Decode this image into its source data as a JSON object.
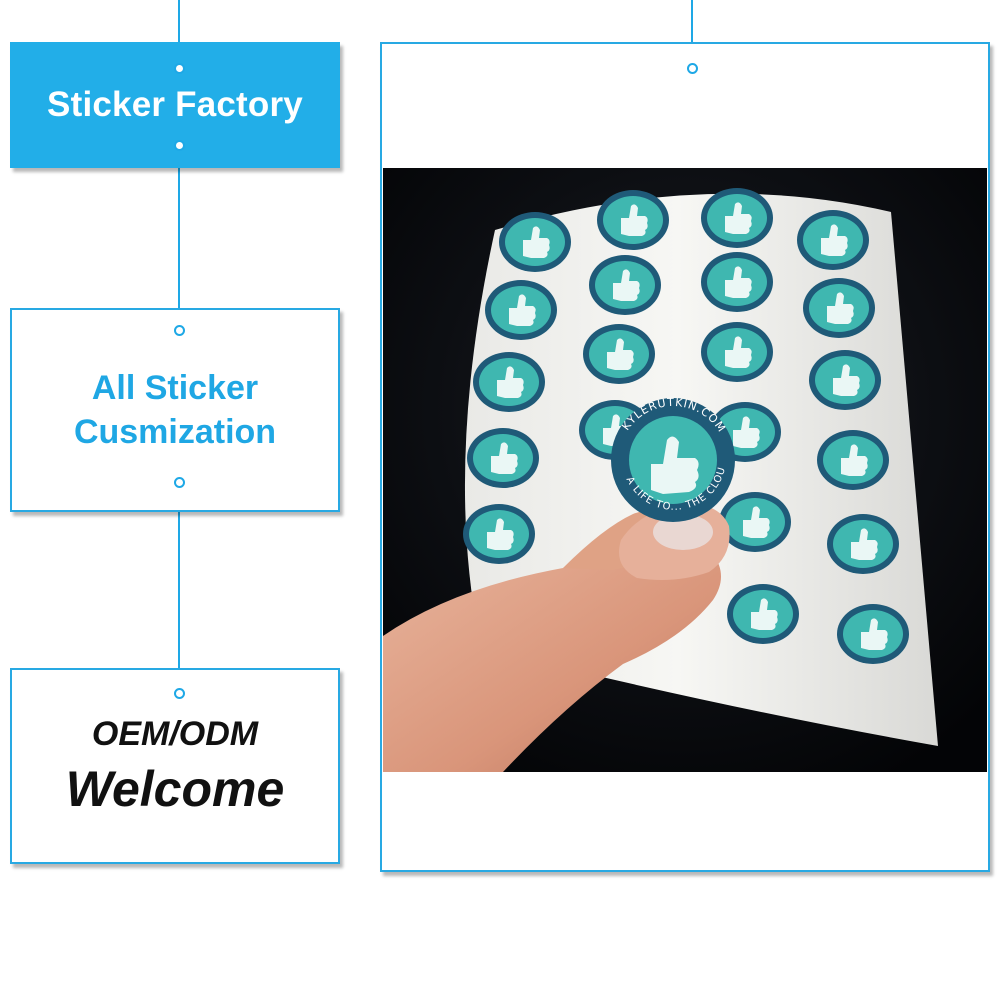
{
  "cards": {
    "factory": {
      "title": "Sticker Factory"
    },
    "customization": {
      "line1": "All Sticker",
      "line2": "Cusmization"
    },
    "oem": {
      "line1": "OEM/ODM",
      "line2": "Welcome"
    }
  },
  "photo": {
    "sticker_text_top": "KYLERUTKIN.COM",
    "sticker_text_bottom": "A LIFE TO... THE CLOUD"
  },
  "colors": {
    "accent": "#1ea8e6",
    "sticker_teal": "#3fb7b0",
    "sticker_ring": "#1f4f6e",
    "photo_background": "#050609",
    "text_dark": "#111111"
  },
  "icons": {
    "connector_node": "circle-node",
    "sticker_motif": "thumbs-up-icon"
  }
}
